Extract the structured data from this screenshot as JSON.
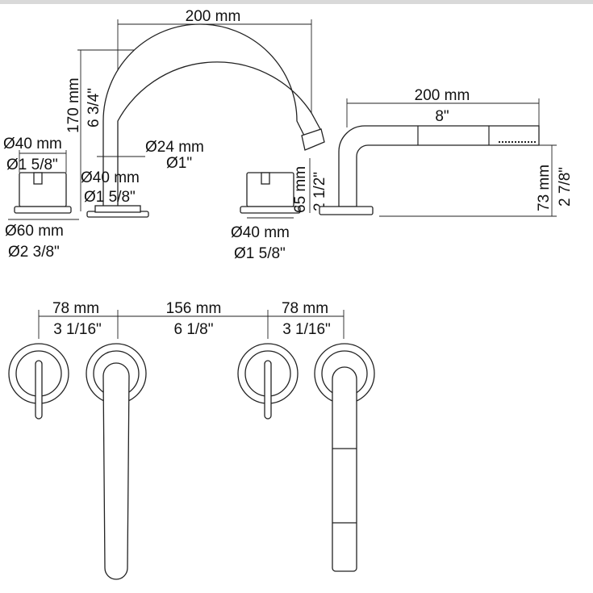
{
  "elevation": {
    "spout_width_mm": "200 mm",
    "spout_width_in": "8\"",
    "spout_height_mm": "170 mm",
    "spout_height_in": "6 3/4\"",
    "handle_dia_mm": "Ø40 mm",
    "handle_dia_in": "Ø1 5/8\"",
    "spout_tube_dia_mm": "Ø24 mm",
    "spout_tube_dia_in": "Ø1\"",
    "spout_base_dia_mm": "Ø40 mm",
    "spout_base_dia_in": "Ø1 5/8\"",
    "rosette_dia_mm": "Ø60 mm",
    "rosette_dia_in": "Ø2 3/8\"",
    "handle_height_mm": "65 mm",
    "handle_height_in": "2 1/2\"",
    "right_handle_dia_mm": "Ø40 mm",
    "right_handle_dia_in": "Ø1 5/8\"",
    "handshower_width_mm": "200 mm",
    "handshower_width_in": "8\"",
    "handshower_height_mm": "73 mm",
    "handshower_height_in": "2 7/8\""
  },
  "plan": {
    "left_spacing_mm": "78 mm",
    "left_spacing_in": "3 1/16\"",
    "center_spacing_mm": "156 mm",
    "center_spacing_in": "6 1/8\"",
    "right_spacing_mm": "78 mm",
    "right_spacing_in": "3 1/16\""
  }
}
